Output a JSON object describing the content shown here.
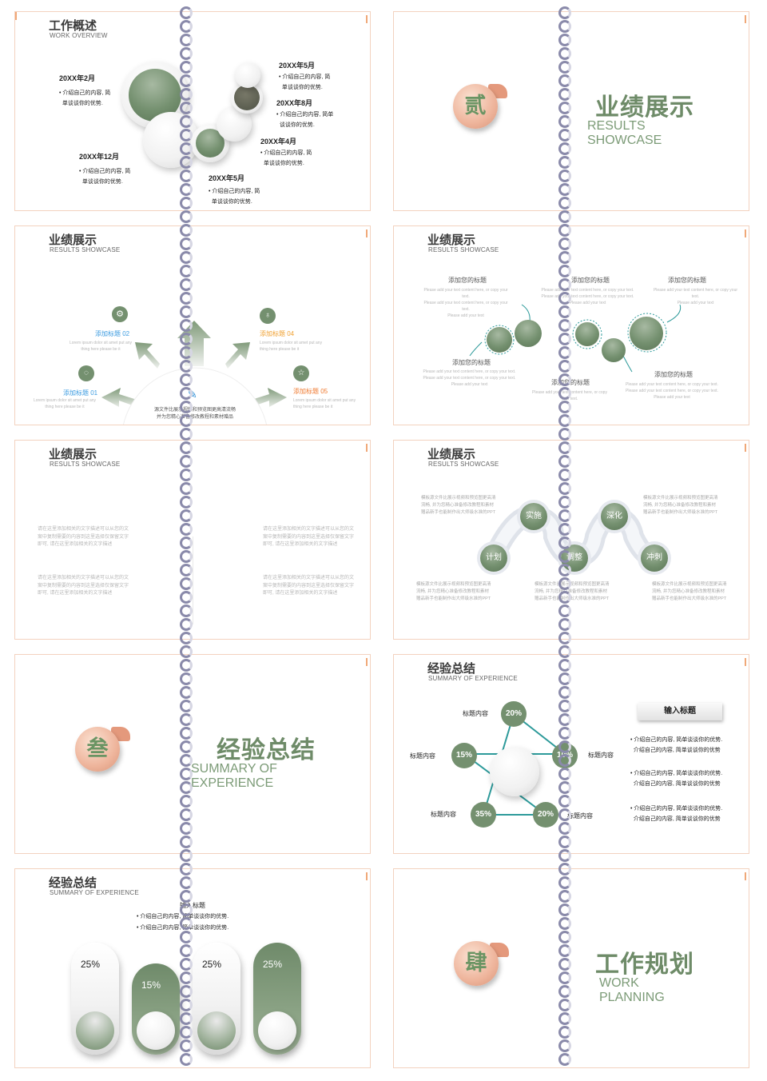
{
  "slides": {
    "s1": {
      "title": "工作概述",
      "subtitle": "WORK OVERVIEW",
      "items": [
        {
          "date": "20XX年2月",
          "desc1": "介绍自己的内容, 简",
          "desc2": "单谈谈你的优势."
        },
        {
          "date": "20XX年12月",
          "desc1": "介绍自己的内容, 简",
          "desc2": "单谈谈你的优势."
        },
        {
          "date": "20XX年5月",
          "desc1": "介绍自己的内容, 简",
          "desc2": "单谈谈你的优势."
        },
        {
          "date": "20XX年8月",
          "desc1": "介绍自己的内容, 简单",
          "desc2": "谈谈你的优势."
        },
        {
          "date": "20XX年4月",
          "desc1": "介绍自己的内容, 简",
          "desc2": "单谈谈你的优势."
        },
        {
          "date": "20XX年5月",
          "desc1": "介绍自己的内容, 简",
          "desc2": "单谈谈你的优势."
        }
      ]
    },
    "s2": {
      "seal": "贰",
      "title": "业绩展示",
      "en1": "RESULTS",
      "en2": "SHOWCASE"
    },
    "s3": {
      "title": "业绩展示",
      "subtitle": "RESULTS SHOWCASE",
      "labels": [
        "添加标题 02",
        "添加标题 01",
        "添加标题 04",
        "添加标题 05"
      ],
      "lorem1": "Lorem ipsum dolor sit amet put any",
      "lorem2": "thing here please be it",
      "center1": "源文件比展示视频和预览图更高清流畅",
      "center2": "并为您精心准备修改教程和素材赠品"
    },
    "s4": {
      "title": "业绩展示",
      "subtitle": "RESULTS SHOWCASE",
      "headings": [
        "添加您的标题",
        "添加您的标题",
        "添加您的标题",
        "添加您的标题",
        "添加您的标题",
        "添加您的标题"
      ],
      "body1": "Please add your text content here, or copy your text.",
      "body2": "Please add your text content here, or copy your text.",
      "body3": "Please add your text"
    },
    "s5": {
      "title": "业绩展示",
      "subtitle": "RESULTS SHOWCASE",
      "para1": "请在这里添加相关的文字描述可以从您的文",
      "para2": "案中复制需要的内容到这里选择仅保留文字",
      "para3": "即可, 请在这里添加相关的文字描述"
    },
    "s6": {
      "title": "业绩展示",
      "subtitle": "RESULTS SHOWCASE",
      "nodes": [
        "计划",
        "实施",
        "调整",
        "深化",
        "冲刺"
      ],
      "text1": "模板源文件比展示视频和预览图更高清",
      "text2": "流畅, 并为您精心准备修改教程和素材",
      "text3": "赠品新手也能制作出大师级水准的PPT"
    },
    "s7": {
      "seal": "叁",
      "title": "经验总结",
      "en1": "SUMMARY OF",
      "en2": "EXPERIENCE"
    },
    "s8": {
      "title": "经验总结",
      "subtitle": "SUMMARY OF EXPERIENCE",
      "node_values": [
        "20%",
        "10%",
        "20%",
        "35%",
        "15%"
      ],
      "node_label": "标题内容",
      "box_title": "输入标题",
      "bullet1": "介绍自己的内容, 简单谈谈你的优势.",
      "bullet2": "介绍自己的内容, 简单谈谈你的优势"
    },
    "s9": {
      "title": "经验总结",
      "subtitle": "SUMMARY OF EXPERIENCE",
      "box_title": "输入标题",
      "bullet": "介绍自己的内容, 简单谈谈你的优势.",
      "pills": [
        "25%",
        "15%",
        "25%",
        "25%"
      ]
    },
    "s10": {
      "seal": "肆",
      "title": "工作规划",
      "en1": "WORK",
      "en2": "PLANNING"
    }
  },
  "colors": {
    "green": "#74906f",
    "peach": "#f3d2bf",
    "teal": "#2d9a9a",
    "spiral": "#8a8aaa"
  }
}
